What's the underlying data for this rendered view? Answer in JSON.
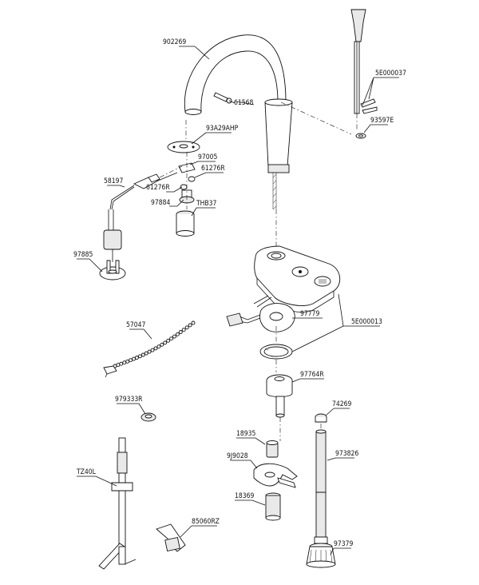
{
  "diagram": {
    "parts": [
      {
        "id": "spout",
        "label": "902269"
      },
      {
        "id": "screw-spout",
        "label": "61568"
      },
      {
        "id": "mount-plate",
        "label": "93A29AHP"
      },
      {
        "id": "clip-top",
        "label": "97005"
      },
      {
        "id": "oring-right",
        "label": "61276R"
      },
      {
        "id": "oring-left",
        "label": "61276R"
      },
      {
        "id": "valve",
        "label": "97884"
      },
      {
        "id": "sleeve",
        "label": "THB37"
      },
      {
        "id": "cable",
        "label": "58197"
      },
      {
        "id": "sensor-base",
        "label": "97885"
      },
      {
        "id": "lift-rod-parts",
        "label": "5E000037"
      },
      {
        "id": "washer-rod",
        "label": "93597E"
      },
      {
        "id": "base-assembly",
        "label": "5E000013"
      },
      {
        "id": "gasket-base",
        "label": "97779"
      },
      {
        "id": "chain",
        "label": "57047"
      },
      {
        "id": "shank",
        "label": "97764R"
      },
      {
        "id": "nut-small",
        "label": "74269"
      },
      {
        "id": "bushing",
        "label": "979333R"
      },
      {
        "id": "nut-18935",
        "label": "18935"
      },
      {
        "id": "bracket",
        "label": "9J9028"
      },
      {
        "id": "rod-973826",
        "label": "973826"
      },
      {
        "id": "nut-18369",
        "label": "18369"
      },
      {
        "id": "tool-tz40l",
        "label": "TZ40L"
      },
      {
        "id": "wrench",
        "label": "85060RZ"
      },
      {
        "id": "knob",
        "label": "97379"
      }
    ]
  }
}
